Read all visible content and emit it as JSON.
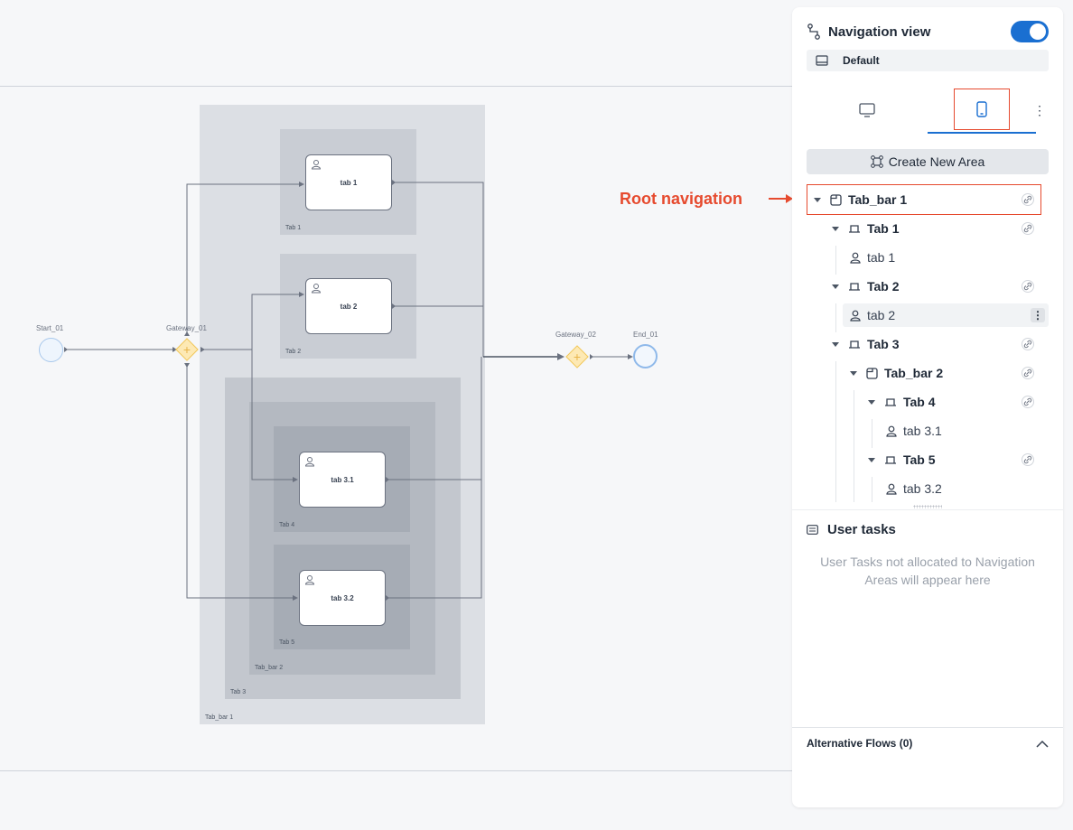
{
  "diagram": {
    "nodes": {
      "start": "Start_01",
      "gateway1": "Gateway_01",
      "gateway2": "Gateway_02",
      "end": "End_01"
    },
    "areas": {
      "tab_bar_1": "Tab_bar 1",
      "tab_1": "Tab 1",
      "tab_2": "Tab 2",
      "tab_3": "Tab 3",
      "tab_bar_2": "Tab_bar 2",
      "tab_4": "Tab 4",
      "tab_5": "Tab 5"
    },
    "tasks": {
      "t1": "tab 1",
      "t2": "tab 2",
      "t31": "tab 3.1",
      "t32": "tab 3.2"
    }
  },
  "annotation": {
    "text": "Root navigation",
    "color": "#e64a2e"
  },
  "panel": {
    "title": "Navigation view",
    "toggle_on": true,
    "default_label": "Default",
    "platform_tabs": {
      "desktop": "desktop-icon",
      "mobile": "mobile-icon",
      "selected": "mobile"
    },
    "create_button": "Create New Area",
    "tree": {
      "root": "Tab_bar 1",
      "tab1": "Tab 1",
      "tab1_task": "tab 1",
      "tab2": "Tab 2",
      "tab2_task": "tab 2",
      "tab3": "Tab 3",
      "tab_bar2": "Tab_bar 2",
      "tab4": "Tab 4",
      "tab4_task": "tab 3.1",
      "tab5": "Tab 5",
      "tab5_task": "tab 3.2"
    },
    "user_tasks": {
      "title": "User tasks",
      "empty": "User Tasks not allocated to Navigation Areas will appear here"
    },
    "alt_flows": "Alternative Flows (0)"
  },
  "colors": {
    "accent": "#1a6fd1",
    "highlight": "#e64a2e"
  }
}
